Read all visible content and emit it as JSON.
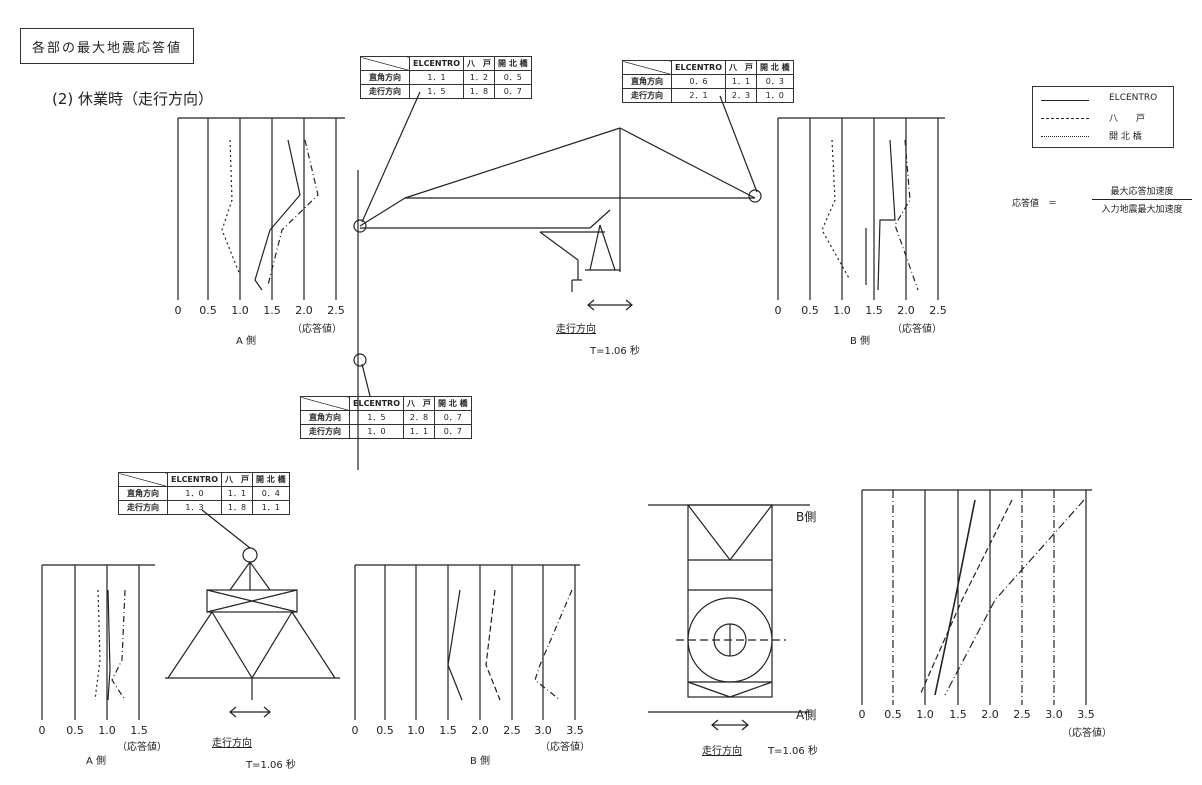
{
  "header": {
    "title": "各部の最大地震応答値",
    "subtitle": "(2)  休業時（走行方向）"
  },
  "legend": {
    "items": [
      {
        "label": "ELCENTRO",
        "style": "solid"
      },
      {
        "label": "八　　戸",
        "style": "dashdot"
      },
      {
        "label": "開 北 橋",
        "style": "dotted"
      }
    ]
  },
  "formula": {
    "lhs": "応答値　＝",
    "numerator": "最大応答加速度",
    "denominator": "入力地震最大加速度"
  },
  "table_columns": [
    "ELCENTRO",
    "八　戸",
    "開 北 橋"
  ],
  "table_rows": [
    "直角方向",
    "走行方向"
  ],
  "tables": {
    "top_left": [
      [
        "1．1",
        "1．2",
        "0．5"
      ],
      [
        "1．5",
        "1．8",
        "0．7"
      ]
    ],
    "top_right": [
      [
        "0．6",
        "1．1",
        "0．3"
      ],
      [
        "2．1",
        "2．3",
        "1．0"
      ]
    ],
    "middle": [
      [
        "1．5",
        "2．8",
        "0．7"
      ],
      [
        "1．0",
        "1．1",
        "0．7"
      ]
    ],
    "bottom_left": [
      [
        "1．0",
        "1．1",
        "0．4"
      ],
      [
        "1．3",
        "1．8",
        "1．1"
      ]
    ]
  },
  "plots": {
    "top_a": {
      "ticks": [
        "0",
        "0.5",
        "1.0",
        "1.5",
        "2.0",
        "2.5"
      ],
      "unit": "（応答値）",
      "label": "A 側"
    },
    "top_b": {
      "ticks": [
        "0",
        "0.5",
        "1.0",
        "1.5",
        "2.0",
        "2.5"
      ],
      "unit": "（応答値）",
      "label": "B 側"
    },
    "bot_a": {
      "ticks": [
        "0",
        "0.5",
        "1.0",
        "1.5"
      ],
      "unit": "（応答値）",
      "label": "A 側"
    },
    "bot_b": {
      "ticks": [
        "0",
        "0.5",
        "1.0",
        "1.5",
        "2.0",
        "2.5",
        "3.0",
        "3.5"
      ],
      "unit": "（応答値）",
      "label": "B 側"
    },
    "bot_r": {
      "ticks": [
        "0",
        "0.5",
        "1.0",
        "1.5",
        "2.0",
        "2.5",
        "3.0",
        "3.5"
      ],
      "unit": "（応答値）"
    }
  },
  "annotations": {
    "direction_top": "走行方向",
    "period_top": "T=1.06 秒",
    "direction_bot": "走行方向",
    "period_bot": "T=1.06 秒",
    "direction_right": "走行方向",
    "period_right": "T=1.06 秒",
    "side_b": "B側",
    "side_a": "A側"
  }
}
